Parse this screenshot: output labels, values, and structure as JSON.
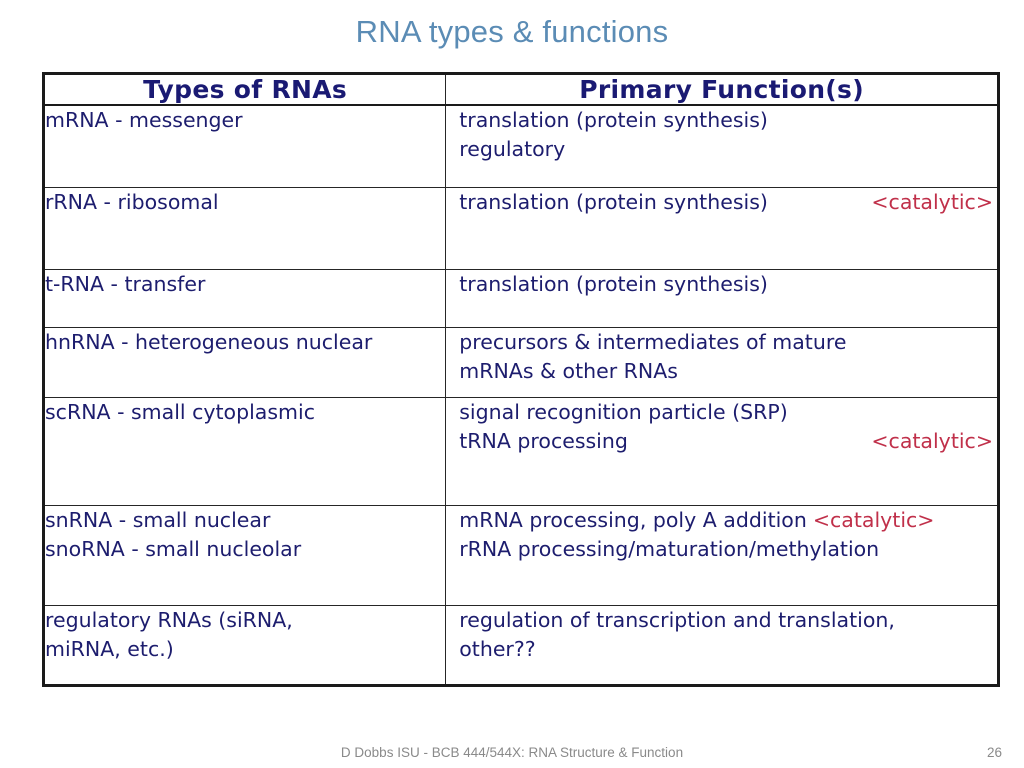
{
  "slide": {
    "title": "RNA types & functions",
    "title_color": "#5B8CB5",
    "body_text_color": "#1d1d6e",
    "header_text_color": "#1a1a73",
    "accent_color": "#C0304A",
    "background_color": "#ffffff"
  },
  "table": {
    "headers": {
      "types": "Types of RNAs",
      "functions": "Primary Function(s)"
    },
    "rows": [
      {
        "type_lines": [
          "mRNA - messenger"
        ],
        "function_lines": [
          "translation (protein synthesis)",
          "regulatory"
        ],
        "catalytic": null
      },
      {
        "type_lines": [
          "rRNA - ribosomal"
        ],
        "function_lines": [
          "translation (protein synthesis)"
        ],
        "catalytic": "<catalytic>"
      },
      {
        "type_lines": [
          "t-RNA - transfer"
        ],
        "function_lines": [
          "translation (protein synthesis)"
        ],
        "catalytic": null
      },
      {
        "type_lines": [
          "hnRNA - heterogeneous nuclear"
        ],
        "function_lines": [
          "precursors & intermediates of mature",
          "mRNAs & other RNAs"
        ],
        "catalytic": null
      },
      {
        "type_lines": [
          "scRNA - small cytoplasmic"
        ],
        "function_lines": [
          "signal recognition particle (SRP)",
          "tRNA processing"
        ],
        "catalytic": "<catalytic>"
      },
      {
        "type_lines": [
          "snRNA - small nuclear",
          "snoRNA - small nucleolar"
        ],
        "function_lines": [
          "mRNA processing, poly A addition",
          "rRNA processing/maturation/methylation"
        ],
        "catalytic": "<catalytic>"
      },
      {
        "type_lines": [
          "regulatory RNAs (siRNA,",
          "miRNA, etc.)"
        ],
        "function_lines": [
          "regulation of transcription and translation,",
          "other??"
        ],
        "catalytic": null
      }
    ]
  },
  "footer": {
    "text": "D Dobbs ISU - BCB 444/544X: RNA Structure & Function",
    "page_number": "26"
  }
}
